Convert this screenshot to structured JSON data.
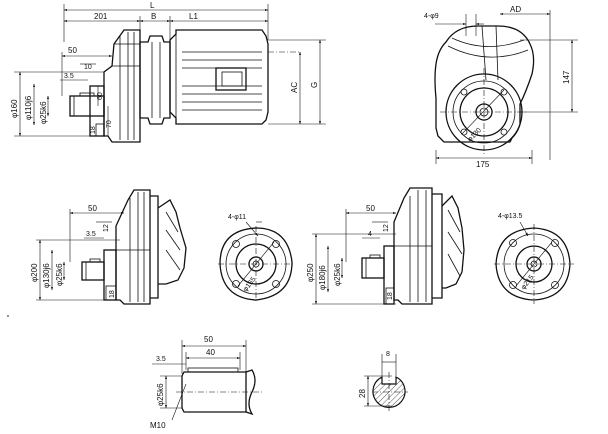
{
  "labels": {
    "main_side": {
      "L": "L",
      "d201": "201",
      "B": "B",
      "L1": "L1",
      "d50": "50",
      "d10": "10",
      "d3_5": "3.5",
      "phi160": "φ160",
      "phi110j6": "φ110j6",
      "phi25k6": "φ25k6",
      "d60": "60",
      "d70": "70",
      "d18": "18",
      "AC": "AC",
      "G": "G"
    },
    "main_end": {
      "holes": "4-φ9",
      "AD": "AD",
      "d147": "147",
      "phi130": "φ130",
      "d175": "175"
    },
    "mid_left": {
      "d50": "50",
      "d12": "12",
      "d3_5": "3.5",
      "phi200": "φ200",
      "phi130j6": "φ130j6",
      "phi25k6": "φ25k6"
    },
    "mid_left_end": {
      "holes": "4-φ11",
      "phi165": "φ165"
    },
    "mid_right": {
      "d50": "50",
      "d4": "4",
      "d12": "12",
      "phi250": "φ250",
      "phi180j6": "φ180j6",
      "phi25k6": "φ25k6"
    },
    "mid_right_end": {
      "holes": "4-φ13.5",
      "phi215": "φ215"
    },
    "shaft": {
      "d50": "50",
      "d40": "40",
      "d3_5": "3.5",
      "phi25k6": "φ25k6",
      "M10": "M10"
    },
    "key_section": {
      "d8": "8",
      "d28": "28"
    }
  }
}
